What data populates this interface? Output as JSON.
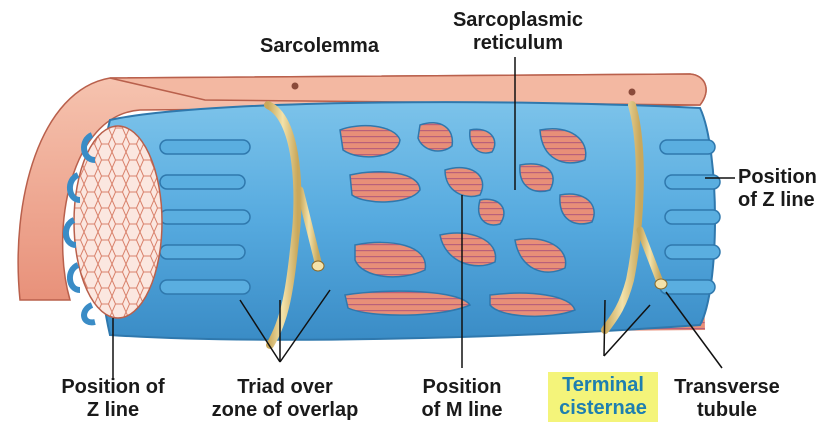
{
  "labels": {
    "sarcolemma": "Sarcolemma",
    "sarcoplasmic_reticulum": [
      "Sarcoplasmic",
      "reticulum"
    ],
    "position_z_right": [
      "Position",
      "of Z line"
    ],
    "position_z_left": [
      "Position of",
      "Z line"
    ],
    "triad": [
      "Triad over",
      "zone of overlap"
    ],
    "position_m": [
      "Position",
      "of M line"
    ],
    "terminal_cisternae": [
      "Terminal",
      "cisternae"
    ],
    "transverse_tubule": [
      "Transverse",
      "tubule"
    ]
  },
  "colors": {
    "reticulum": "#5aaee0",
    "reticulum_dark": "#2f7fb8",
    "myofibril": "#e8907a",
    "myofibril_light": "#f3b8a6",
    "sarcolemma": "#f0b09a",
    "t_tubule": "#e8d49a",
    "highlight": "#f4f47a",
    "highlight_text": "#1e7fb0"
  }
}
